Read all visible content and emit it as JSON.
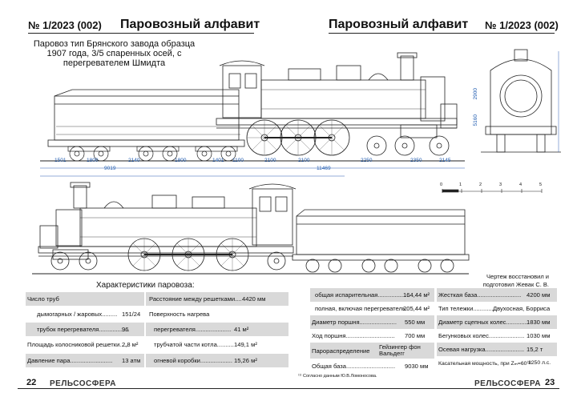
{
  "header": {
    "left_issue": "№ 1/2023 (002)",
    "left_title": "Паровозный алфавит",
    "right_title": "Паровозный алфавит",
    "right_issue": "№ 1/2023 (002)"
  },
  "subtitle_lines": [
    "Паровоз тип Брянского завода образца",
    "1907 года, 3/5 спаренных осей, с",
    "перегревателем Шмидта"
  ],
  "dimensions": {
    "bottom_row": [
      "1501",
      "1800",
      "2140",
      "1800",
      "1401",
      "1100",
      "2100",
      "2100",
      "2250",
      "2350",
      "2145"
    ],
    "total_tender": "9019",
    "total_loco": "11469",
    "height_boiler": "2900",
    "height_total": "5160"
  },
  "scale": {
    "labels": [
      "0",
      "1",
      "2",
      "3",
      "4",
      "5"
    ]
  },
  "credit_lines": [
    "Чертеж восстановил и",
    "подготовил Жевак С. В."
  ],
  "characteristics_heading": "Характеристики паровоза:",
  "table_left": [
    {
      "label": "Число труб",
      "value": ""
    },
    {
      "label": "дымогарных / жаровых.........",
      "value": "151/24"
    },
    {
      "label": "трубок перегревателя..................",
      "value": "96"
    },
    {
      "label": "Площадь колосниковой решетки.....",
      "value": "2,8 м²"
    },
    {
      "label": "Давление пара.........................",
      "value": "13 атм"
    }
  ],
  "table_middle": [
    {
      "label": "Расстояние между решетками....",
      "value": "4420 мм"
    },
    {
      "label": "Поверхность нагрева",
      "value": ""
    },
    {
      "label": "перегревателя.....................",
      "value": "41 м²"
    },
    {
      "label": "трубчатой части котла..........",
      "value": "149,1 м²"
    },
    {
      "label": "огневой коробки...................",
      "value": "15,26 м²"
    }
  ],
  "table_right_a": [
    {
      "label": "общая испарительная...................",
      "value": "164,44 м²"
    },
    {
      "label": "полная, включая перегреватель.",
      "value": "205,44 м²"
    },
    {
      "label": "Диаметр поршня......................",
      "value": "550 мм"
    },
    {
      "label": "Ход поршня.............................",
      "value": "700 мм"
    },
    {
      "label": "Парораспределение",
      "value": "Гейзингер фон Вальдегг"
    },
    {
      "label": "Общая база.............................",
      "value": "9030 мм"
    }
  ],
  "table_right_b": [
    {
      "label": "Жесткая база..........................",
      "value": "4200 мм"
    },
    {
      "label": "Тип тележки.............",
      "value": "Двухосная, Борриса"
    },
    {
      "label": "Диаметр сцепных колес.............",
      "value": "1830 мм"
    },
    {
      "label": "Бегунковых колес.....................",
      "value": "1030 мм"
    },
    {
      "label": "Осевая нагрузка.......................",
      "value": "15,2 т"
    },
    {
      "label": "Касательная мощность, при Zₘ=60⁽¹⁾",
      "value": "1250 л.с."
    }
  ],
  "footnote": "⁽¹⁾ Согласно данным Ю.В.Ломоносова.",
  "footer": {
    "left_page": "22",
    "left_brand": "РЕЛЬСОСФЕРА",
    "right_brand": "РЕЛЬСОСФЕРА",
    "right_page": "23"
  }
}
